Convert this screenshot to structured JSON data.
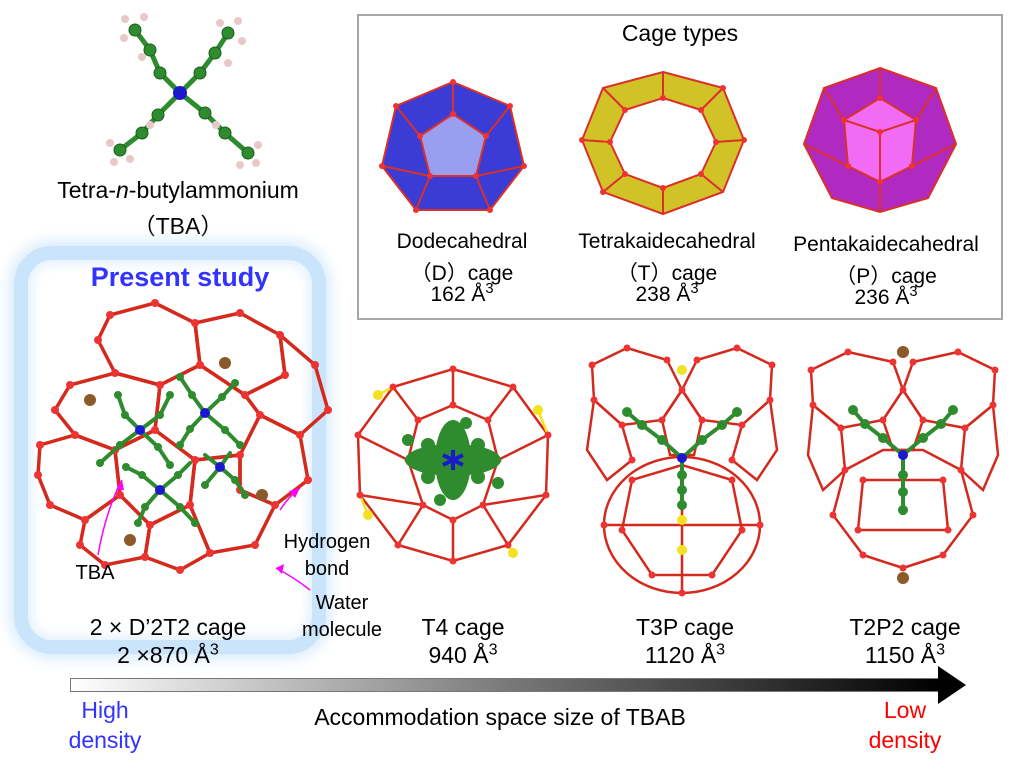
{
  "tba": {
    "name_prefix": "Tetra-",
    "name_italic": "n",
    "name_suffix": "-butylammonium",
    "abbrev": "（TBA）"
  },
  "cage_types": {
    "title": "Cage types",
    "items": [
      {
        "name": "Dodecahedral",
        "code": "（D）cage",
        "vol": "162 Å",
        "colors": {
          "face": "#3b3bd6",
          "edge": "#d9302a"
        }
      },
      {
        "name": "Tetrakaidecahedral",
        "code": "（T）cage",
        "vol": "238 Å",
        "colors": {
          "face": "#d1c227",
          "edge": "#d9302a"
        }
      },
      {
        "name": "Pentakaidecahedral",
        "code": "（P）cage",
        "vol": "236 Å",
        "colors": {
          "face": "#c62ed8",
          "edge": "#d9302a"
        }
      }
    ],
    "exp": "3"
  },
  "present_study": {
    "label": "Present study",
    "color": "#3333ff"
  },
  "annotations": {
    "tba": "TBA",
    "hbond_1": "Hydrogen",
    "hbond_2": "bond",
    "water_1": "Water",
    "water_2": "molecule",
    "color": "#ff00ff"
  },
  "structures": [
    {
      "name": "2 × D’2T2 cage",
      "vol": "2 ×870 Å"
    },
    {
      "name": "T4 cage",
      "vol": "940 Å"
    },
    {
      "name": "T3P cage",
      "vol": "1120 Å"
    },
    {
      "name": "T2P2 cage",
      "vol": "1150 Å"
    }
  ],
  "axis": {
    "label": "Accommodation space size of TBAB",
    "left_1": "High",
    "left_2": "density",
    "left_color": "#3333ff",
    "right_1": "Low",
    "right_2": "density",
    "right_color": "#ff0000"
  },
  "colors": {
    "frame_red": "#d42a1e",
    "tba_green": "#2e8b2e",
    "nitrogen_blue": "#1a1acc",
    "bromine_brown": "#8b5a2b",
    "hydrogen_pink": "#e8c8c8",
    "sulfur_yellow": "#f2e21f"
  }
}
